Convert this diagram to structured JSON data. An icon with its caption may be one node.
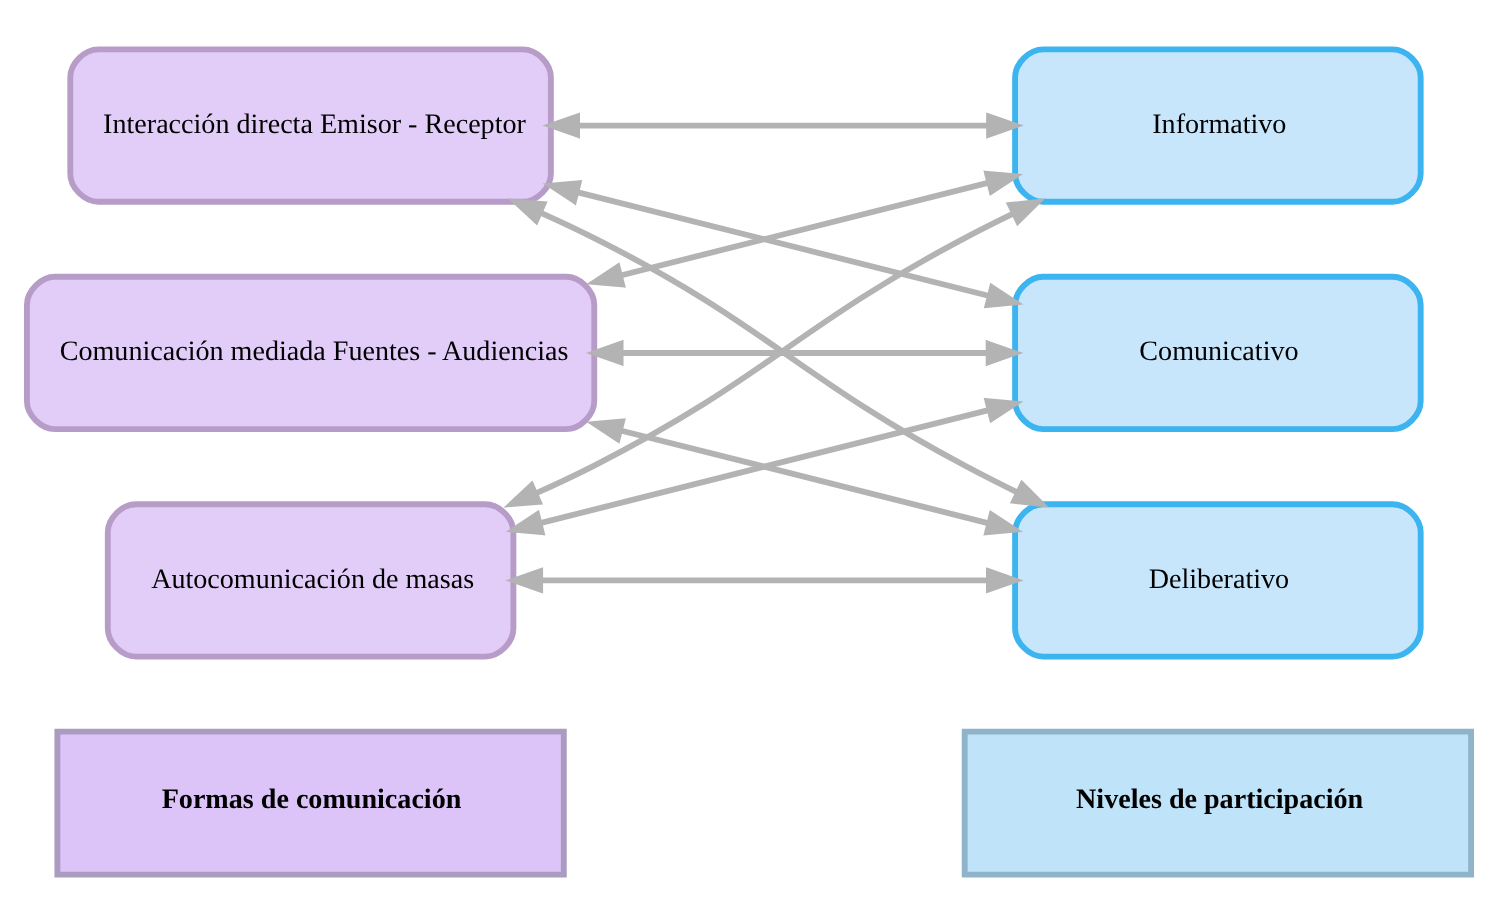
{
  "diagram": {
    "nodes": [
      {
        "text": [
          "Formas de comunicación"
        ]
      },
      {
        "text": [
          "Niveles de participación"
        ]
      },
      {
        "text": [
          "Interacción directa Emisor - Receptor"
        ]
      },
      {
        "text": [
          "Comunicación mediada Fuentes - Audiencias"
        ]
      },
      {
        "text": [
          "Autocomunicación de masas"
        ]
      },
      {
        "text": [
          "Informativo"
        ]
      },
      {
        "text": [
          "Comunicativo"
        ]
      },
      {
        "text": [
          "Deliberativo"
        ]
      }
    ],
    "edges": [
      {
        "from": 2,
        "to": 5,
        "arrow": "both"
      },
      {
        "from": 2,
        "to": 6,
        "arrow": "both"
      },
      {
        "from": 2,
        "to": 7,
        "arrow": "both"
      },
      {
        "from": 3,
        "to": 5,
        "arrow": "both"
      },
      {
        "from": 3,
        "to": 6,
        "arrow": "both"
      },
      {
        "from": 3,
        "to": 7,
        "arrow": "both"
      },
      {
        "from": 4,
        "to": 5,
        "arrow": "both"
      },
      {
        "from": 4,
        "to": 6,
        "arrow": "both"
      },
      {
        "from": 4,
        "to": 7,
        "arrow": "both"
      }
    ]
  }
}
